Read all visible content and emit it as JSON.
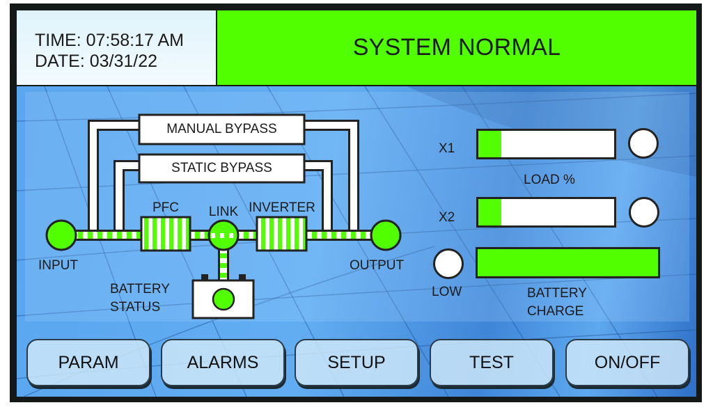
{
  "header": {
    "time_label": "TIME: 07:58:17  AM",
    "date_label": "DATE: 03/31/22",
    "status_text": "SYSTEM NORMAL",
    "status_color": "#52ff00"
  },
  "diagram": {
    "manual_bypass_label": "MANUAL BYPASS",
    "static_bypass_label": "STATIC BYPASS",
    "pfc_label": "PFC",
    "link_label": "LINK",
    "inverter_label": "INVERTER",
    "input_label": "INPUT",
    "output_label": "OUTPUT",
    "battery_status_line1": "BATTERY",
    "battery_status_line2": "STATUS",
    "active_color": "#52ff00"
  },
  "load": {
    "title": "LOAD %",
    "x1_label": "X1",
    "x1_fill_fraction": 0.17,
    "x1_lamp": "off",
    "x2_label": "X2",
    "x2_fill_fraction": 0.17,
    "x2_lamp": "off"
  },
  "battery": {
    "low_label": "LOW",
    "low_lamp": "off",
    "charge_line1": "BATTERY",
    "charge_line2": "CHARGE",
    "charge_fraction": 1.0
  },
  "buttons": [
    {
      "label": "PARAM"
    },
    {
      "label": "ALARMS"
    },
    {
      "label": "SETUP"
    },
    {
      "label": "TEST"
    },
    {
      "label": "ON/OFF"
    }
  ]
}
